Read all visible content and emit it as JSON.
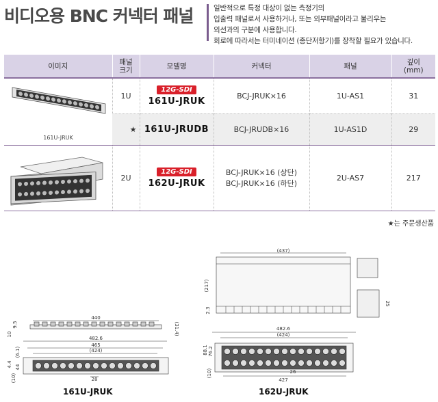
{
  "header": {
    "title": "비디오용 BNC 커넥터 패널",
    "desc_lines": [
      "일반적으로 특정 대상이 없는 측정기의",
      "입출력 패널로서 사용하거나, 또는 외부패널이라고 불리우는",
      "외선과의 구분에 사용합니다.",
      "회로에 따라서는 터미네이션 (종단저항기)를 장착할 필요가 있습니다."
    ]
  },
  "table": {
    "headers": {
      "image": "이미지",
      "size_1": "패널",
      "size_2": "크기",
      "model": "모델명",
      "connector": "커넥터",
      "panel": "패널",
      "depth_1": "깊이",
      "depth_2": "(mm)"
    },
    "badge": "12G-SDI",
    "rows": [
      {
        "size": "1U",
        "model": "161U-JRUK",
        "connector": "BCJ-JRUK×16",
        "panel": "1U-AS1",
        "depth": "31"
      },
      {
        "star": "★",
        "model": "161U-JRUDB",
        "connector": "BCJ-JRUDB×16",
        "panel": "1U-AS1D",
        "depth": "29"
      },
      {
        "size": "2U",
        "model": "162U-JRUK",
        "connector_1": "BCJ-JRUK×16 (상단)",
        "connector_2": "BCJ-JRUK×16 (하단)",
        "panel": "2U-AS7",
        "depth": "217"
      }
    ],
    "image_caption_1u": "161U-JRUK"
  },
  "footnote": "★는 주문생산품",
  "drawings": {
    "d1_label": "161U-JRUK",
    "d2_label": "162U-JRUK",
    "d1_dims": [
      "440",
      "482.6",
      "465",
      "(424)",
      "28",
      "(31.4)",
      "10",
      "9.5",
      "4.4",
      "(6.1)",
      "44",
      "(10)"
    ],
    "d2_dims": [
      "(437)",
      "(217)",
      "2.3",
      "482.6",
      "(424)",
      "88.1",
      "76.2",
      "26",
      "427",
      "(10)",
      "25"
    ]
  }
}
